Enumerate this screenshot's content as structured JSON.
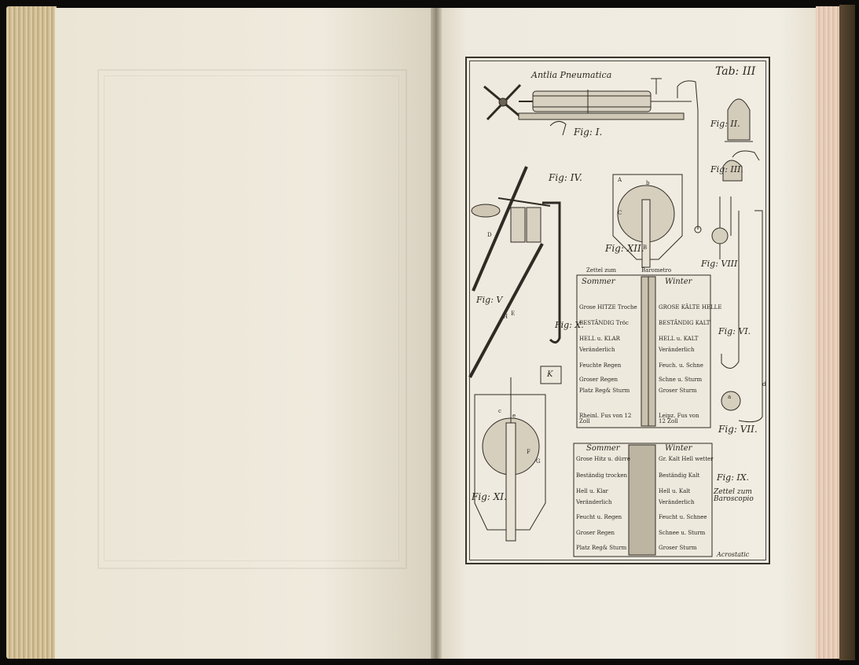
{
  "plate": {
    "title": "Antlia Pneumatica",
    "tab_label": "Tab: III",
    "figures": {
      "fig1": "Fig: I.",
      "fig2": "Fig: II.",
      "fig3": "Fig: III.",
      "fig4": "Fig: IV.",
      "fig5": "Fig: V",
      "fig6": "Fig: VI.",
      "fig7": "Fig: VII.",
      "fig8": "Fig: VIII",
      "fig9": "Fig: IX.",
      "fig10": "Fig: X.",
      "fig11": "Fig: XI.",
      "fig12": "Fig: XII."
    },
    "barometer": {
      "caption_left": "Zettel zum",
      "caption_right": "Barometro",
      "col_summer": "Sommer",
      "col_winter": "Winter",
      "left_rows": [
        "Grose HITZE Troche",
        "BESTÄNDIG Tröc",
        "HELL u. KLAR",
        "Veränderlich",
        "Feuchte Regen",
        "Groser Regen",
        "Platz Reg& Sturm"
      ],
      "right_rows": [
        "GROSE KÄLTE HELLE",
        "BESTÄNDIG KALT",
        "HELL u. KALT",
        "Veränderlich",
        "Feuch. u. Schne",
        "Schne u. Sturm",
        "Groser Sturm"
      ],
      "foot_left": "Rheinl. Fus von 12 Zoll",
      "foot_right": "Leipz. Fus von 12 Zoll"
    },
    "baroscope": {
      "col_summer": "Sommer",
      "col_winter": "Winter",
      "left_rows": [
        "Grose Hitz u. dürre",
        "Beständig trocken",
        "Hell u. Klar",
        "Veränderlich",
        "Feucht u. Regen",
        "Groser Regen",
        "Platz Reg& Sturm"
      ],
      "right_rows": [
        "Gr. Kalt Hell wetter",
        "Beständig Kalt",
        "Hell u. Kalt",
        "Veränderlich",
        "Feucht u. Schnee",
        "Schnee u. Sturm",
        "Groser Sturm"
      ],
      "caption": "Zettel zum Baroscopio"
    },
    "letters": [
      "A",
      "B",
      "C",
      "D",
      "E",
      "F",
      "G",
      "H",
      "K",
      "a",
      "b",
      "c",
      "d",
      "e"
    ],
    "signature": "Acrostatic"
  },
  "colors": {
    "ink": "#2a2620",
    "paper_right": "#f0ebe0",
    "paper_left": "#ece6d8",
    "edge": "#c9b78e"
  }
}
